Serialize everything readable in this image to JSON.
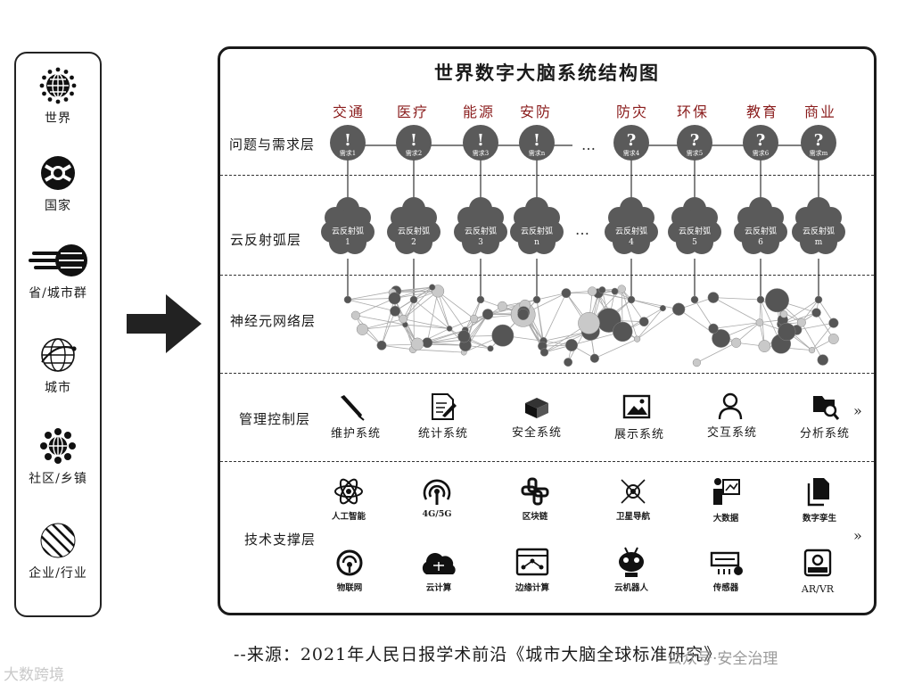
{
  "title": "世界数字大脑系统结构图",
  "levels": [
    "世界",
    "国家",
    "省/城市群",
    "城市",
    "社区/乡镇",
    "企业/行业"
  ],
  "layers": {
    "demand": "问题与需求层",
    "reflex": "云反射弧层",
    "neuron": "神经元网络层",
    "manage": "管理控制层",
    "tech": "技术支撑层"
  },
  "categories": [
    "交通",
    "医疗",
    "能源",
    "安防",
    "防灾",
    "环保",
    "教育",
    "商业"
  ],
  "demands": [
    {
      "mark": "!",
      "label": "需求1"
    },
    {
      "mark": "!",
      "label": "需求2"
    },
    {
      "mark": "!",
      "label": "需求3"
    },
    {
      "mark": "!",
      "label": "需求n"
    },
    {
      "mark": "?",
      "label": "需求4"
    },
    {
      "mark": "?",
      "label": "需求5"
    },
    {
      "mark": "?",
      "label": "需求6"
    },
    {
      "mark": "?",
      "label": "需求m"
    }
  ],
  "ellipsis": "…",
  "reflex_title": "云反射弧",
  "reflex_ids": [
    "1",
    "2",
    "3",
    "n",
    "4",
    "5",
    "6",
    "m"
  ],
  "manage_systems": [
    "维护系统",
    "统计系统",
    "安全系统",
    "展示系统",
    "交互系统",
    "分析系统"
  ],
  "tech_row1": [
    "人工智能",
    "4G/5G",
    "区块链",
    "卫星导航",
    "大数据",
    "数字孪生"
  ],
  "tech_row2": [
    "物联网",
    "云计算",
    "边缘计算",
    "云机器人",
    "传感器",
    "AR/VR"
  ],
  "more": "»",
  "source": "--来源：2021年人民日报学术前沿《城市大脑全球标准研究》",
  "watermark_left": "大数跨境",
  "watermark_right": "公众号·安全治理"
}
